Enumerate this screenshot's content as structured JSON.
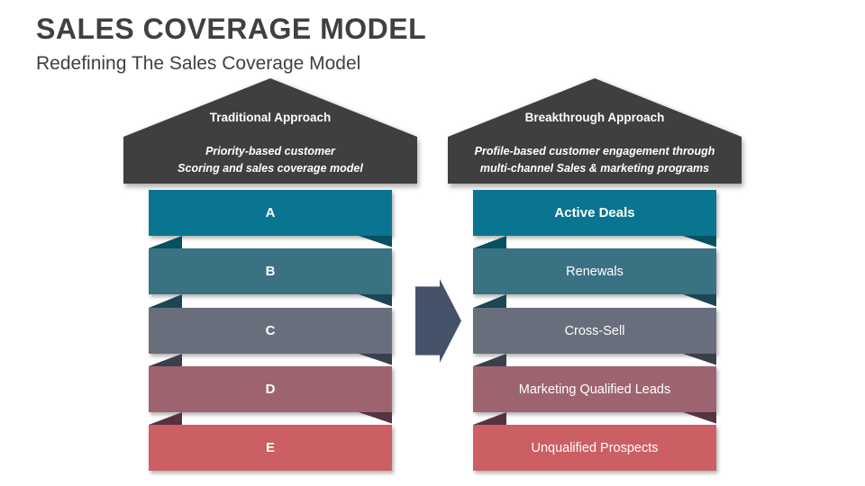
{
  "slide": {
    "title": "SALES COVERAGE MODEL",
    "subtitle": "Redefining The Sales Coverage Model"
  },
  "colors": {
    "background": "#ffffff",
    "title_text": "#404040",
    "roof_fill": "#3f3f3f",
    "roof_text": "#ffffff",
    "bar_text": "#ffffff",
    "arrow_fill": "#45536a"
  },
  "arrow": {
    "icon": "right-arrow-icon",
    "direction": "right"
  },
  "panels": [
    {
      "id": "traditional",
      "roof_title": "Traditional Approach",
      "description_lines": [
        "Priority-based customer",
        "Scoring and sales coverage model"
      ],
      "bars": [
        {
          "label": "A",
          "color": "#0a7590",
          "fold_color": "#07505f",
          "bold": true
        },
        {
          "label": "B",
          "color": "#3a7183",
          "fold_color": "#1d4654",
          "bold": true
        },
        {
          "label": "C",
          "color": "#696e7c",
          "fold_color": "#3b3f4c",
          "bold": true
        },
        {
          "label": "D",
          "color": "#9d6470",
          "fold_color": "#553440",
          "bold": true
        },
        {
          "label": "E",
          "color": "#cc5f63",
          "fold_color": "",
          "bold": true
        }
      ]
    },
    {
      "id": "breakthrough",
      "roof_title": "Breakthrough Approach",
      "description_lines": [
        "Profile-based customer engagement through",
        "multi-channel Sales & marketing programs"
      ],
      "bars": [
        {
          "label": "Active Deals",
          "color": "#0a7590",
          "fold_color": "#07505f",
          "bold": true
        },
        {
          "label": "Renewals",
          "color": "#3a7183",
          "fold_color": "#1d4654",
          "bold": false
        },
        {
          "label": "Cross-Sell",
          "color": "#696e7c",
          "fold_color": "#3b3f4c",
          "bold": false
        },
        {
          "label": "Marketing Qualified Leads",
          "color": "#9d6470",
          "fold_color": "#553440",
          "bold": false
        },
        {
          "label": "Unqualified Prospects",
          "color": "#cc5f63",
          "fold_color": "",
          "bold": false
        }
      ]
    }
  ]
}
